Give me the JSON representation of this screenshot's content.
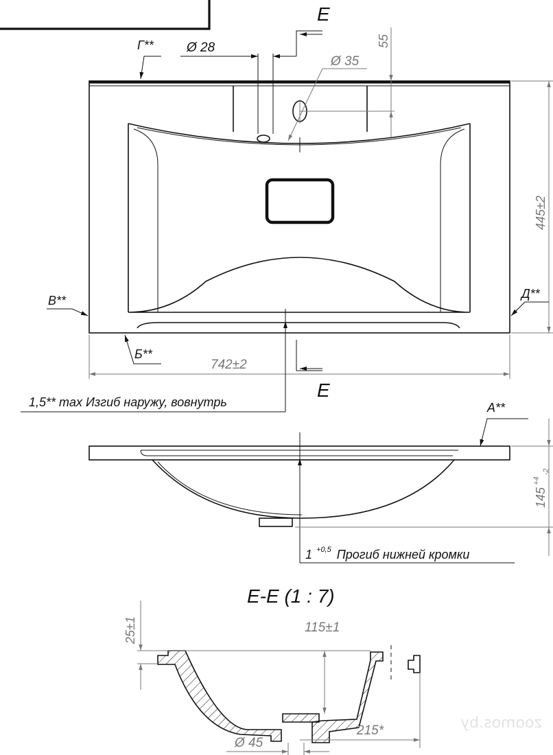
{
  "top_view": {
    "section_mark_top": "E",
    "section_mark_bottom": "E",
    "edge_g": "Г**",
    "dia_28": "Ø 28",
    "dim_55": "55",
    "dia_35": "Ø 35",
    "height_dim": "445±2",
    "edge_v": "В**",
    "edge_d": "Д**",
    "edge_b": "Б**",
    "width_dim": "742±2",
    "bend_note": "1,5** max Изгиб наружу, вовнутрь"
  },
  "side_view": {
    "edge_a": "A**",
    "height_base": "145",
    "height_tol_plus": "+4",
    "height_tol_minus": "-2",
    "sag_value": "1",
    "sag_tol": "+0,5",
    "sag_note": "Прогиб нижней кромки"
  },
  "section_view": {
    "title": "E-E (1 : 7)",
    "dim_25": "25±1",
    "dim_115": "115±1",
    "dia_45": "Ø 45",
    "dim_215": "215*"
  },
  "watermark": "zoomos.by"
}
